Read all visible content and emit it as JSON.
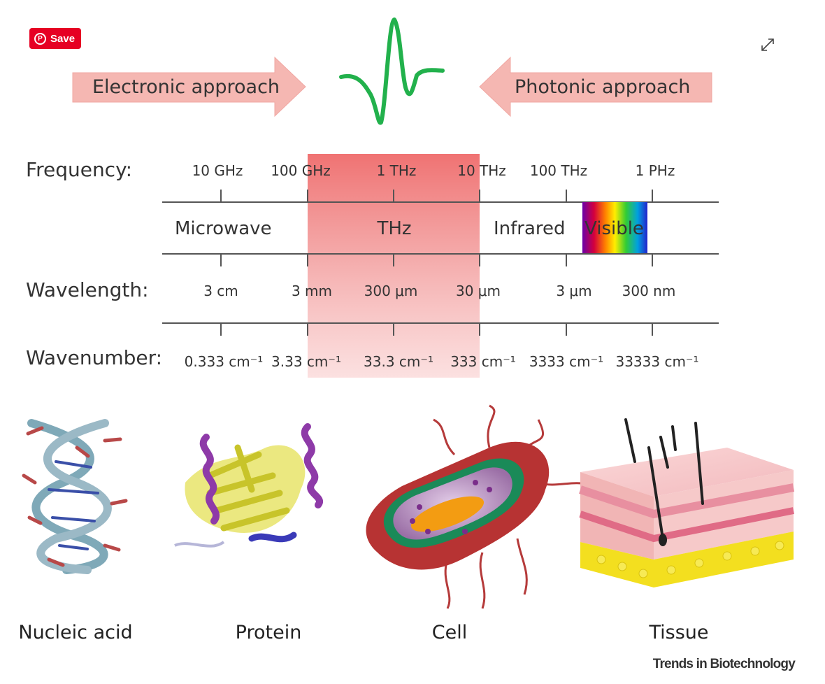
{
  "pin_button": {
    "label": "Save"
  },
  "approach": {
    "electronic": "Electronic approach",
    "photonic": "Photonic approach"
  },
  "rows": {
    "frequency_label": "Frequency:",
    "wavelength_label": "Wavelength:",
    "wavenumber_label": "Wavenumber:"
  },
  "frequency_ticks": [
    "10 GHz",
    "100 GHz",
    "1 THz",
    "10 THz",
    "100 THz",
    "1 PHz"
  ],
  "bands": {
    "microwave": "Microwave",
    "thz": "THz",
    "infrared": "Infrared",
    "visible": "Visible"
  },
  "wavelength_ticks": [
    "3 cm",
    "3 mm",
    "300 μm",
    "30 μm",
    "3 μm",
    "300 nm"
  ],
  "wavenumber_ticks": [
    "0.333 cm⁻¹",
    "3.33 cm⁻¹",
    "33.3 cm⁻¹",
    "333 cm⁻¹",
    "3333 cm⁻¹",
    "33333 cm⁻¹"
  ],
  "samples": [
    "Nucleic acid",
    "Protein",
    "Cell",
    "Tissue"
  ],
  "credit": "Trends in Biotechnology",
  "icons": {
    "pin": "pinterest-icon",
    "expand": "expand-icon"
  },
  "colors": {
    "pin_red": "#e60023",
    "arrow_fill": "#f5b7b2",
    "pulse": "#22b14c",
    "thz_band": "#ef6f6f"
  }
}
